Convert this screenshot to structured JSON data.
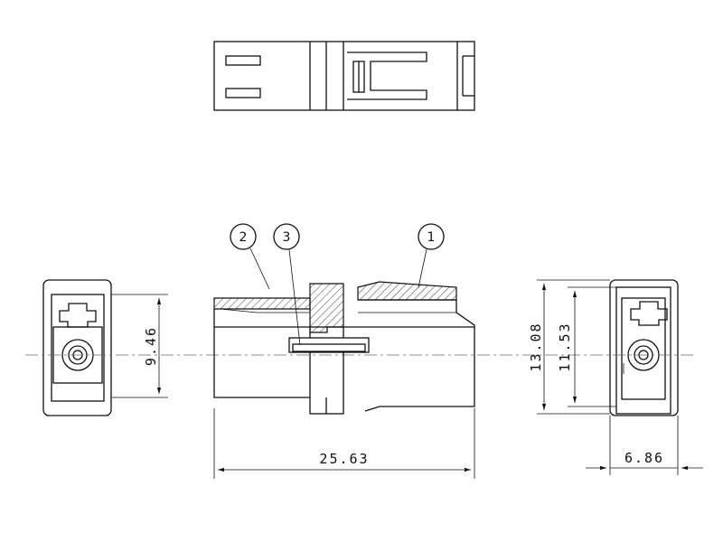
{
  "dimensions": {
    "front_height": "9.46",
    "overall_length": "25.63",
    "outer_height": "13.08",
    "inner_height": "11.53",
    "side_width": "6.86"
  },
  "balloons": [
    "1",
    "2",
    "3"
  ]
}
